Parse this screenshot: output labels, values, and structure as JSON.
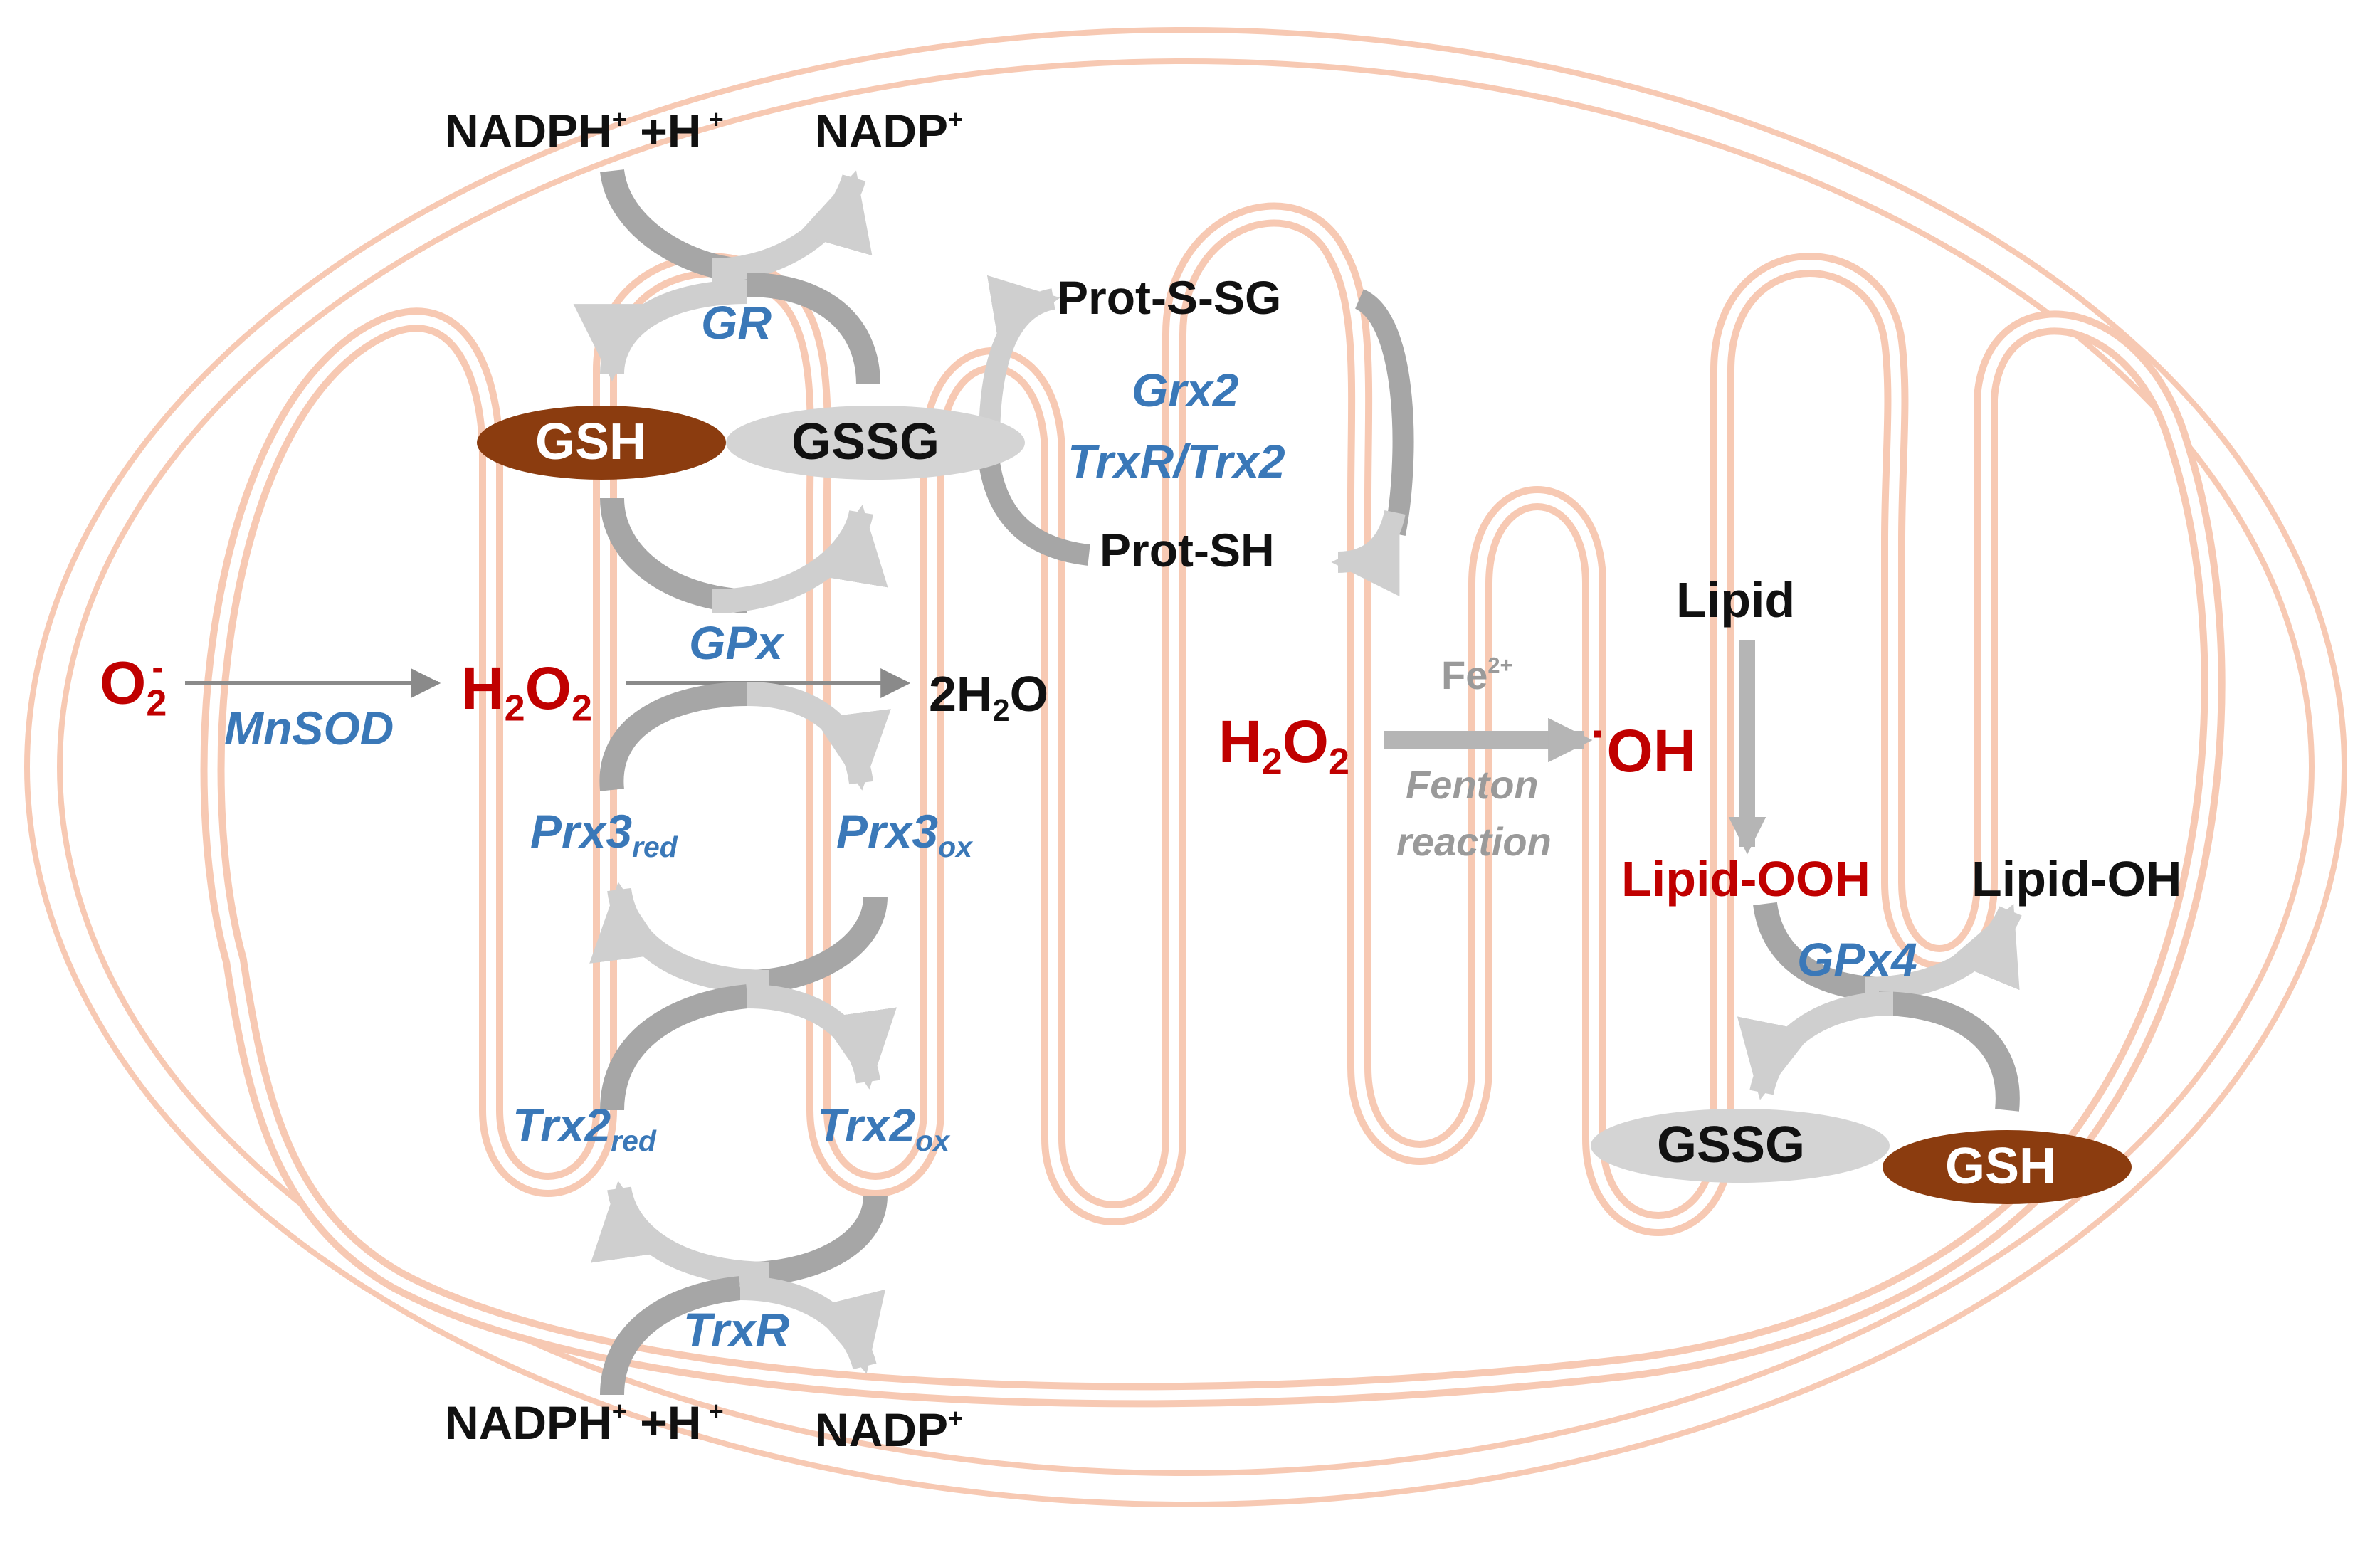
{
  "colors": {
    "membrane": "#f7c9b3",
    "arrow_gray": "#a6a6a6",
    "arrow_light": "#cfcfcf",
    "red_text": "#c00000",
    "enzyme_blue": "#3a78b8",
    "gsh_brown": "#8b3c0f",
    "gssg_gray": "#d4d4d4"
  },
  "gr_cycle": {
    "nadph": "NADPH",
    "nadph_sup": "+",
    "nadph_h": " +H",
    "nadph_h_sup": " +",
    "nadp": "NADP",
    "nadp_sup": "+",
    "enzyme": "GR",
    "gsh": "GSH",
    "gssg": "GSSG"
  },
  "grx_cycle": {
    "prot_ssg": "Prot-S-SG",
    "prot_sh": "Prot-SH",
    "enzyme_1": "Grx2",
    "enzyme_2": "TrxR/Trx2"
  },
  "superoxide": {
    "o": "O",
    "o_sub": "2",
    "o_sup": "-",
    "enzyme": "MnSOD"
  },
  "peroxide_main": {
    "h": "H",
    "h_sub": "2",
    "o": "O",
    "o_sub": "2",
    "gpx": "GPx",
    "water": "2H",
    "water_sub": "2",
    "water_o": "O"
  },
  "prx_cycle": {
    "prx_red": "Prx3",
    "prx_red_sub": "red",
    "prx_ox": "Prx3",
    "prx_ox_sub": "ox"
  },
  "trx_cycle": {
    "trx_red": "Trx2",
    "trx_red_sub": "red",
    "trx_ox": "Trx2",
    "trx_ox_sub": "ox",
    "enzyme": "TrxR",
    "nadph": "NADPH",
    "nadph_sup": "+",
    "nadph_h": " +H",
    "nadph_h_sup": " +",
    "nadp": "NADP",
    "nadp_sup": "+"
  },
  "fenton": {
    "h": "H",
    "h_sub": "2",
    "o": "O",
    "o_sub": "2",
    "fe": "Fe",
    "fe_sup": "2+",
    "radical_dot": "·",
    "radical": "OH",
    "reaction_1": "Fenton",
    "reaction_2": "reaction"
  },
  "lipid": {
    "lipid": "Lipid",
    "lipid_ooh": "Lipid-OOH",
    "lipid_oh": "Lipid-OH",
    "enzyme": "GPx4",
    "gssg": "GSSG",
    "gsh": "GSH"
  }
}
